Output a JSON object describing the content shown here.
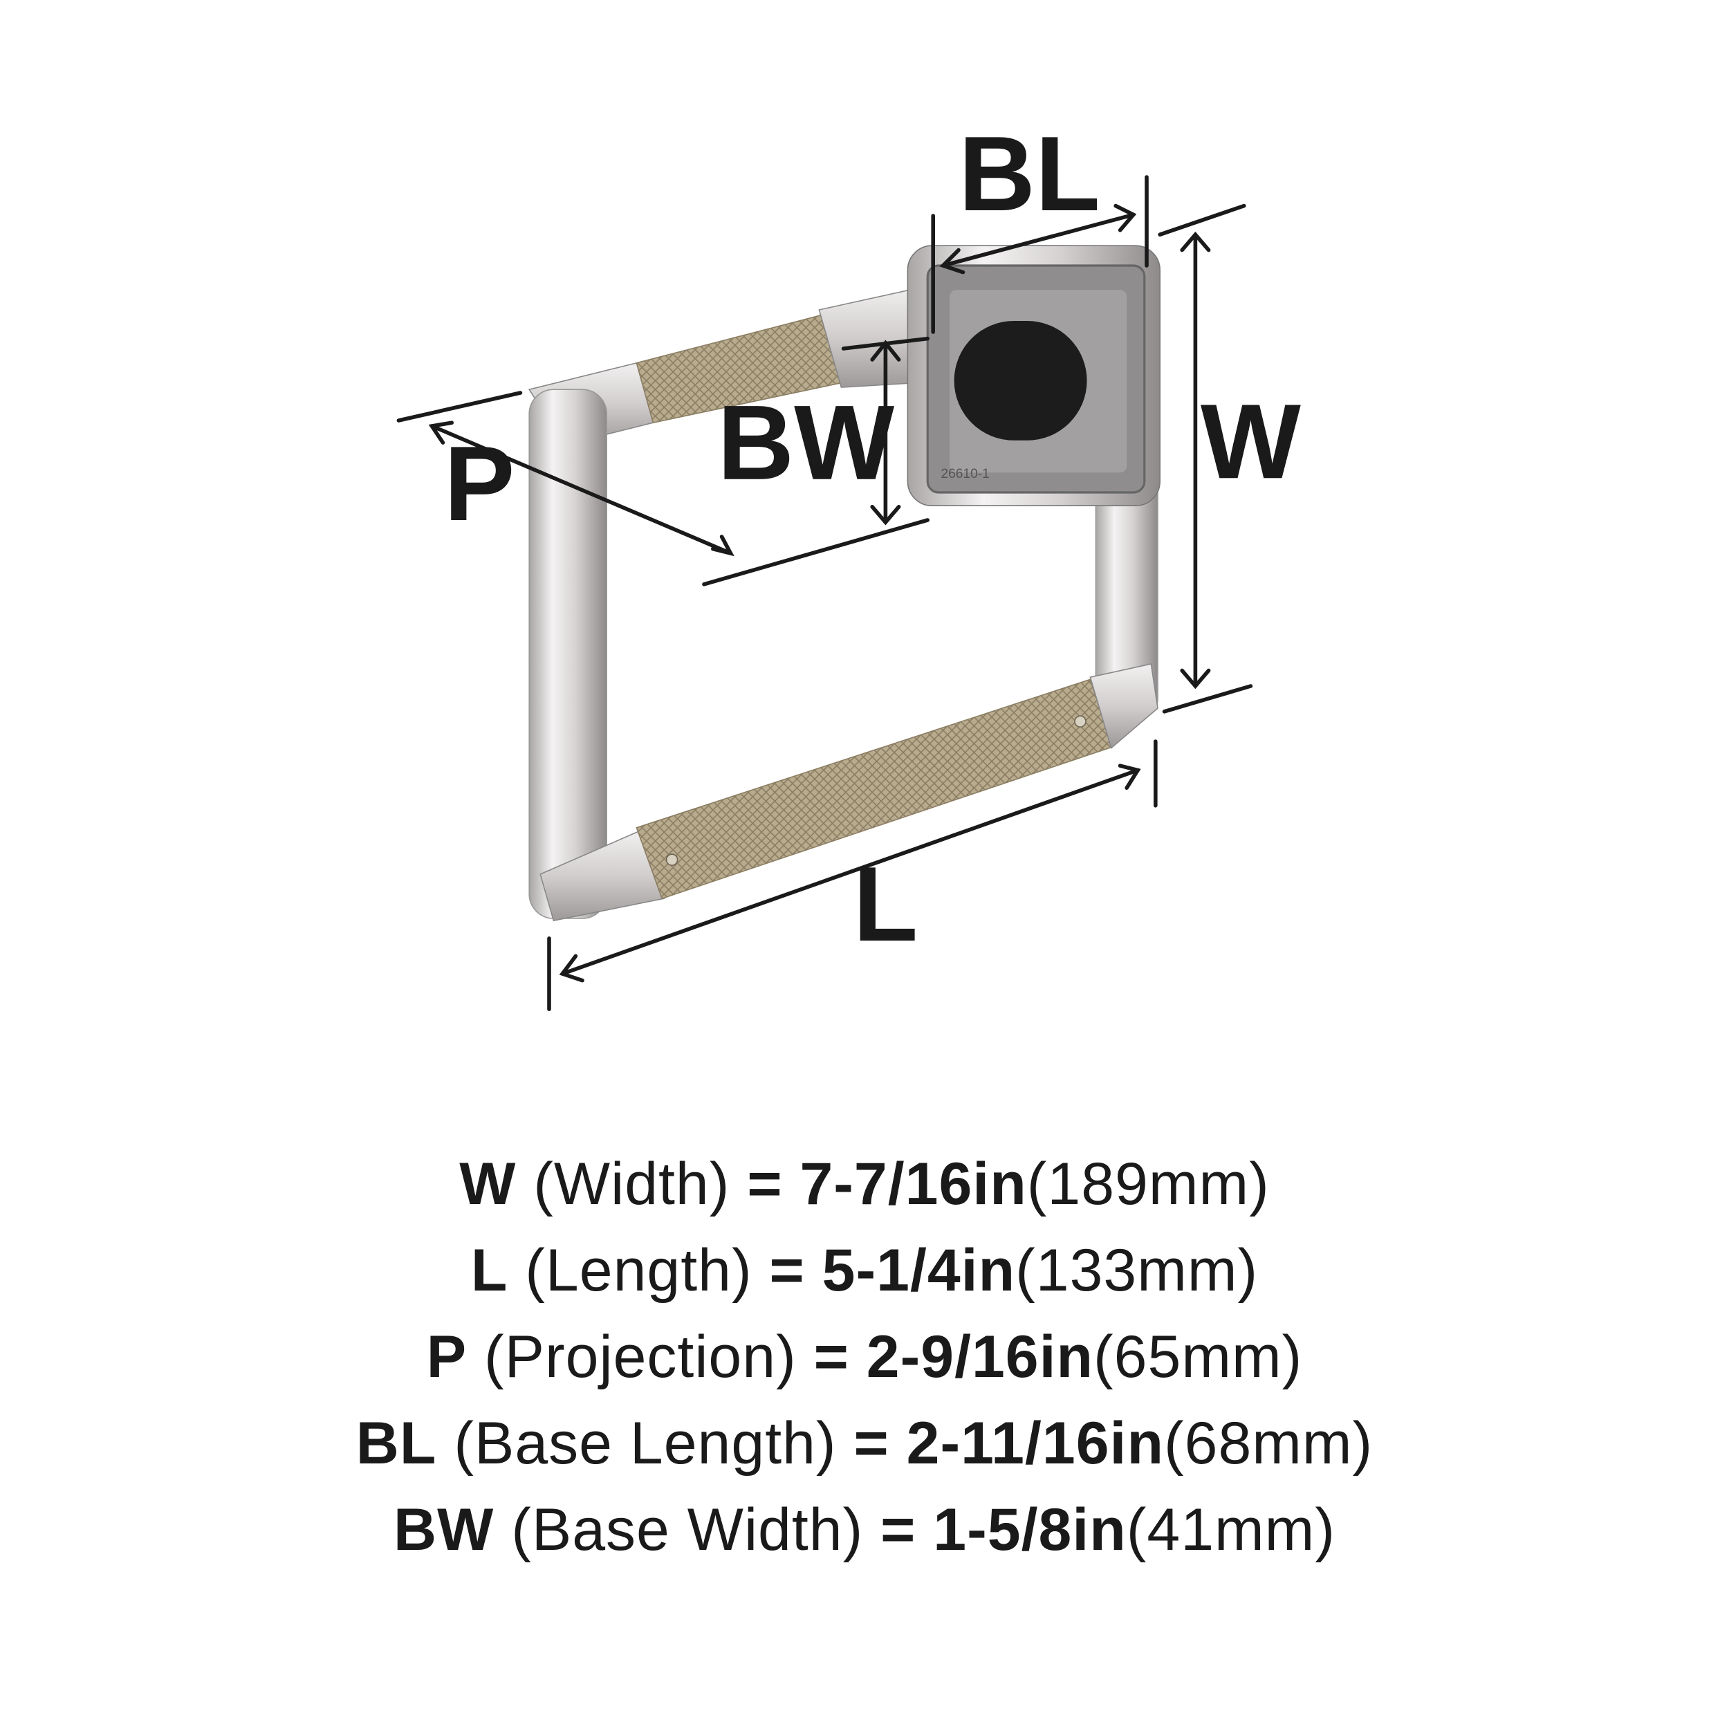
{
  "diagram": {
    "labels": {
      "BL": "BL",
      "W": "W",
      "BW": "BW",
      "P": "P",
      "L": "L"
    },
    "part_marking": "26610-1",
    "colors": {
      "chrome": "#d9d6d6",
      "knurl": "#b3a68a",
      "base_interior": "#8f8d8d",
      "line": "#1a1a1a"
    }
  },
  "specs": [
    {
      "code": "W",
      "name": "(Width)",
      "eq": "=",
      "inch": "7-7/16in",
      "mm": "(189mm)"
    },
    {
      "code": "L",
      "name": "(Length)",
      "eq": "=",
      "inch": "5-1/4in",
      "mm": "(133mm)"
    },
    {
      "code": "P",
      "name": "(Projection)",
      "eq": "=",
      "inch": "2-9/16in",
      "mm": "(65mm)"
    },
    {
      "code": "BL",
      "name": "(Base Length)",
      "eq": "=",
      "inch": "2-11/16in",
      "mm": "(68mm)"
    },
    {
      "code": "BW",
      "name": "(Base Width)",
      "eq": "=",
      "inch": "1-5/8in",
      "mm": "(41mm)"
    }
  ]
}
